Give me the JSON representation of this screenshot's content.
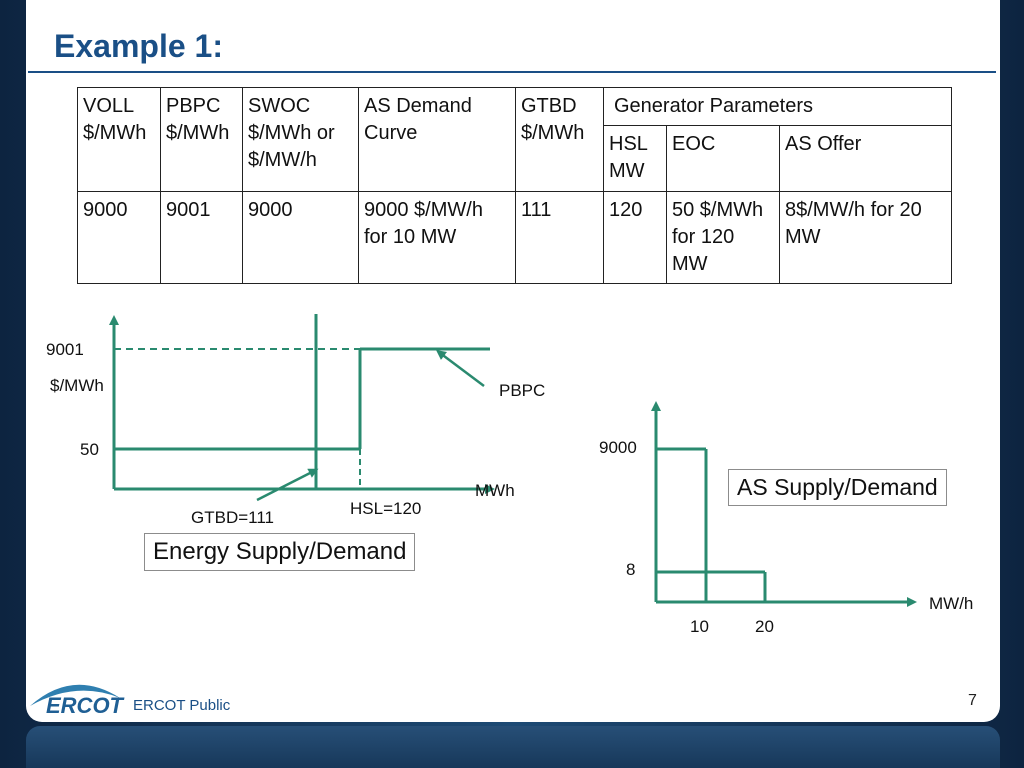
{
  "slide": {
    "title": "Example 1:",
    "footer": "ERCOT Public",
    "page_number": "7",
    "logo_text": "ERCOT"
  },
  "table": {
    "headers": {
      "voll": [
        "VOLL",
        "$/MWh"
      ],
      "pbpc": [
        "PBPC",
        "$/MWh"
      ],
      "swoc": [
        "SWOC",
        "$/MWh or",
        "$/MW/h"
      ],
      "as_demand": [
        "AS Demand",
        "Curve"
      ],
      "gtbd": [
        "GTBD",
        "$/MWh"
      ],
      "generator_parameters": "Generator Parameters",
      "hsl": [
        "HSL",
        "MW"
      ],
      "eoc": "EOC",
      "as_offer": "AS Offer"
    },
    "values": {
      "voll": "9000",
      "pbpc": "9001",
      "swoc": "9000",
      "as_demand": [
        "9000 $/MW/h",
        "for 10 MW"
      ],
      "gtbd": "111",
      "hsl": "120",
      "eoc": [
        "50 $/MWh",
        "for 120",
        "MW"
      ],
      "as_offer": [
        "8$/MW/h for 20",
        "MW"
      ]
    }
  },
  "energy_chart": {
    "y_tick_9001": "9001",
    "y_unit": "$/MWh",
    "y_tick_50": "50",
    "x_unit": "MWh",
    "pbpc_label": "PBPC",
    "gtbd_label": "GTBD=111",
    "hsl_label": "HSL=120",
    "caption": "Energy Supply/Demand"
  },
  "as_chart": {
    "y_tick_9000": "9000",
    "y_tick_8": "8",
    "x_unit": "MW/h",
    "x_tick_10": "10",
    "x_tick_20": "20",
    "caption": "AS Supply/Demand"
  },
  "colors": {
    "line_green": "#2a8a6f",
    "title_blue": "#1a4f86",
    "frame_navy": "#0f2a47"
  }
}
